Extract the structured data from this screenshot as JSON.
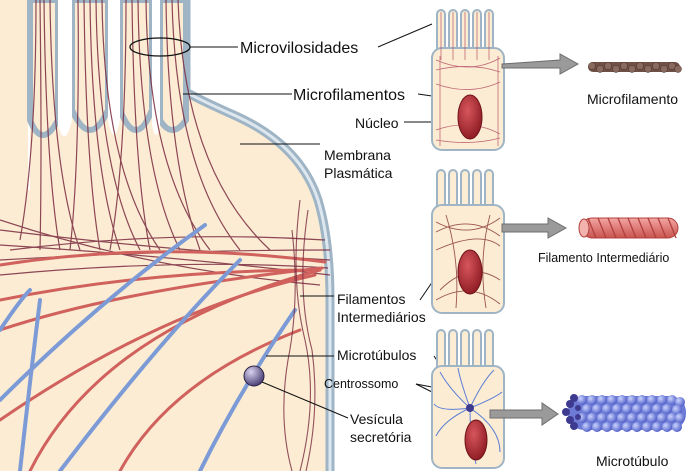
{
  "labels": {
    "microvilosidades": "Microvilosidades",
    "microfilamentos": "Microfilamentos",
    "nucleo": "Núcleo",
    "membrana_line1": "Membrana",
    "membrana_line2": "Plasmática",
    "filamentos_line1": "Filamentos",
    "filamentos_line2": "Intermediários",
    "microtubulos": "Microtúbulos",
    "centrossomo": "Centrossomo",
    "vesicula_line1": "Vesícula",
    "vesicula_line2": "secretória"
  },
  "panels": {
    "microfilamento": "Microfilamento",
    "filamento_intermediario": "Filamento Intermediário",
    "microtubulo": "Microtúbulo"
  },
  "colors": {
    "cytoplasm": "#fbecd3",
    "membrane": "#9fb4c4",
    "microfilament": "#7a2a3e",
    "intermediate": "#c8504f",
    "microtubule": "#7c9bd6",
    "nucleus": "#a3252d"
  }
}
